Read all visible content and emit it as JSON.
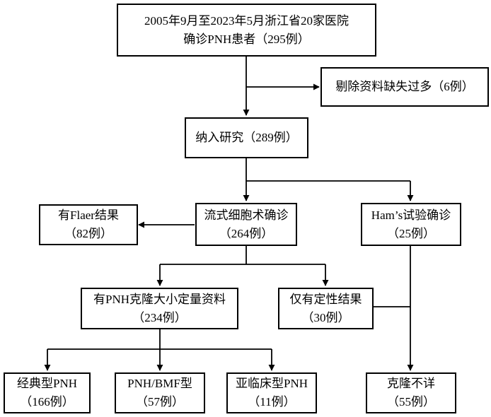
{
  "flowchart": {
    "source": {
      "line1": "2005年9月至2023年5月浙江省20家医院",
      "line2": "确诊PNH患者（295例）"
    },
    "excluded": {
      "line1": "剔除资料缺失过多（6例）"
    },
    "included": {
      "line1": "纳入研究（289例）"
    },
    "flow_cytometry": {
      "line1": "流式细胞术确诊",
      "line2": "（264例）"
    },
    "ham_test": {
      "line1": "Ham’s试验确诊",
      "line2": "（25例）"
    },
    "flaer": {
      "line1": "有Flaer结果",
      "line2": "（82例）"
    },
    "clone_size": {
      "line1": "有PNH克隆大小定量资料",
      "line2": "（234例）"
    },
    "qualitative": {
      "line1": "仅有定性结果",
      "line2": "（30例）"
    },
    "classic": {
      "line1": "经典型PNH",
      "line2": "（166例）"
    },
    "bmf": {
      "line1": "PNH/BMF型",
      "line2": "（57例）"
    },
    "subclinical": {
      "line1": "亚临床型PNH",
      "line2": "（11例）"
    },
    "unknown_clone": {
      "line1": "克隆不详",
      "line2": "（55例）"
    }
  }
}
